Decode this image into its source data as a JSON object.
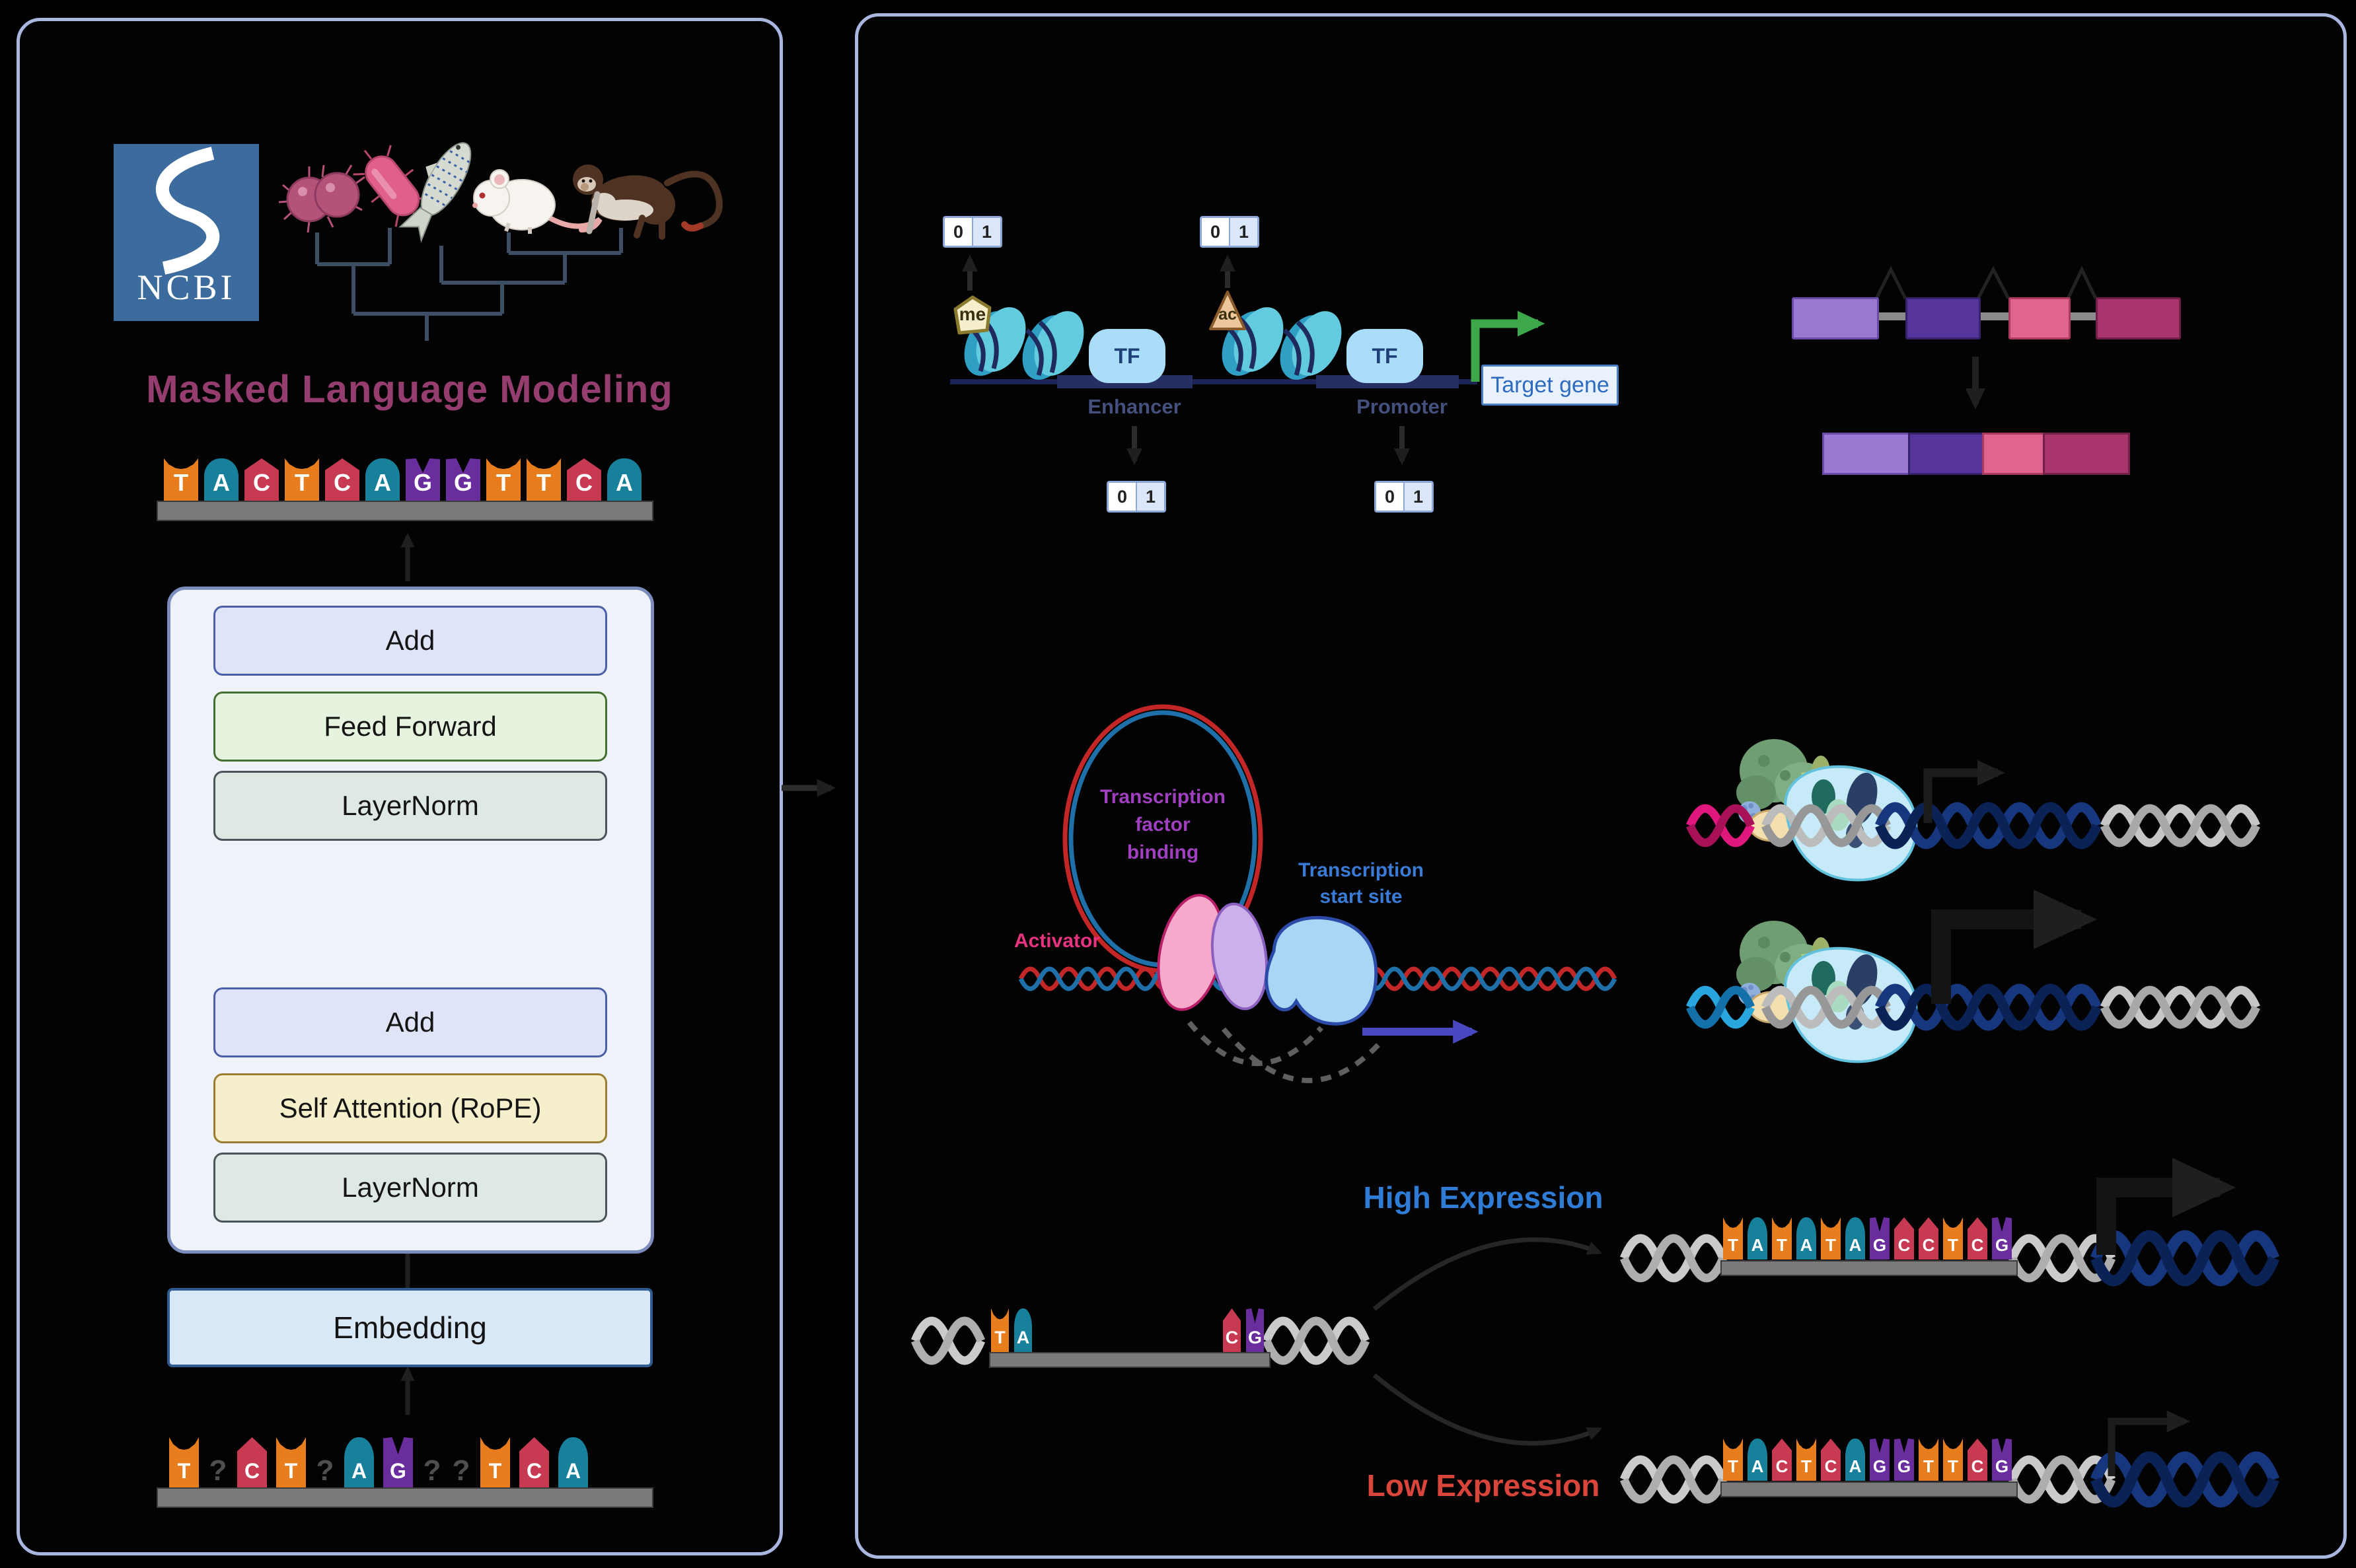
{
  "colors": {
    "base_T": "#e87d1e",
    "base_A": "#17809b",
    "base_C": "#c73a52",
    "base_G": "#6a2d9e",
    "title": "#943d6e",
    "high_expression": "#2e7cd6",
    "low_expression": "#d9453a",
    "enhancer_promoter_label": "#44507e",
    "tf_text": "#1e3f77",
    "target_gene_text": "#2e6bbf",
    "activator": "#e83380",
    "tf_binding_label": "#a040c0",
    "tss_label": "#3a7bd5",
    "green_arrow": "#3da84a",
    "panel_border": "#a9b6df"
  },
  "left_panel": {
    "logo": {
      "text": "NCBI"
    },
    "title": "Masked Language Modeling",
    "output_tokens": [
      "T",
      "A",
      "C",
      "T",
      "C",
      "A",
      "G",
      "G",
      "T",
      "T",
      "C",
      "A"
    ],
    "transformer": {
      "add_top": "Add",
      "feed_forward": "Feed Forward",
      "layernorm_top": "LayerNorm",
      "add_bottom": "Add",
      "self_attention": "Self Attention (RoPE)",
      "layernorm_bottom": "LayerNorm"
    },
    "embedding": "Embedding",
    "masked_tokens": [
      "T",
      "?",
      "C",
      "T",
      "?",
      "A",
      "G",
      "?",
      "?",
      "T",
      "C",
      "A"
    ]
  },
  "right_panel": {
    "regulation": {
      "top_left_bits": [
        "0",
        "1"
      ],
      "top_right_bits": [
        "0",
        "1"
      ],
      "bottom_left_bits": [
        "0",
        "1"
      ],
      "bottom_right_bits": [
        "0",
        "1"
      ],
      "methyl_label": "me",
      "acetyl_label": "ac",
      "tf_enhancer": "TF",
      "tf_promoter": "TF",
      "enhancer": "Enhancer",
      "promoter": "Promoter",
      "target_gene": "Target gene"
    },
    "tf_binding": {
      "loop_label_lines": [
        "Transcription",
        "factor",
        "binding"
      ],
      "tss_label_lines": [
        "Transcription",
        "start site"
      ],
      "activator": "Activator"
    },
    "expression": {
      "high_label": "High Expression",
      "low_label": "Low Expression",
      "construct_left_tokens": [
        "T",
        "A"
      ],
      "construct_right_tokens": [
        "C",
        "G"
      ],
      "high_tokens": [
        "T",
        "A",
        "T",
        "A",
        "T",
        "A",
        "G",
        "C",
        "C",
        "T",
        "C",
        "G"
      ],
      "low_tokens": [
        "T",
        "A",
        "C",
        "T",
        "C",
        "A",
        "G",
        "G",
        "T",
        "T",
        "C",
        "G"
      ]
    }
  }
}
